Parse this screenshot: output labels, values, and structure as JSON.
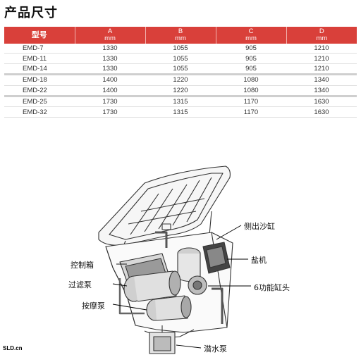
{
  "title": "产品尺寸",
  "table": {
    "headers": [
      {
        "name": "型号",
        "unit": ""
      },
      {
        "name": "A",
        "unit": "mm"
      },
      {
        "name": "B",
        "unit": "mm"
      },
      {
        "name": "C",
        "unit": "mm"
      },
      {
        "name": "D",
        "unit": "mm"
      }
    ],
    "rows": [
      [
        "EMD-7",
        "1330",
        "1055",
        "905",
        "1210"
      ],
      [
        "EMD-11",
        "1330",
        "1055",
        "905",
        "1210"
      ],
      [
        "EMD-14",
        "1330",
        "1055",
        "905",
        "1210"
      ],
      [
        "EMD-18",
        "1400",
        "1220",
        "1080",
        "1340"
      ],
      [
        "EMD-22",
        "1400",
        "1220",
        "1080",
        "1340"
      ],
      [
        "EMD-25",
        "1730",
        "1315",
        "1170",
        "1630"
      ],
      [
        "EMD-32",
        "1730",
        "1315",
        "1170",
        "1630"
      ]
    ]
  },
  "callouts": {
    "side_sand_tank": "侧出沙缸",
    "salt_machine": "盐机",
    "six_way_valve": "6功能缸头",
    "control_box": "控制箱",
    "filter_pump": "过滤泵",
    "massage_pump": "按摩泵",
    "submersible_pump": "潜水泵"
  },
  "logo": "SLD.cn",
  "colors": {
    "header_bg": "#d9403a",
    "header_text": "#ffffff"
  }
}
